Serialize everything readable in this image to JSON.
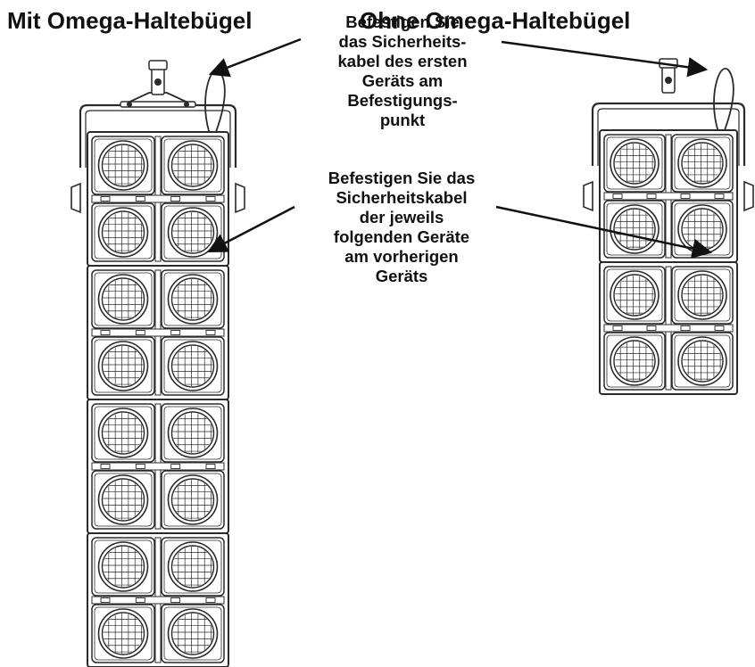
{
  "titles": {
    "with_bracket": "Mit Omega-Haltebügel",
    "without_bracket": "Ohne Omega-Haltebügel"
  },
  "callouts": {
    "first_unit": [
      "Befestigen Sie",
      "das Sicherheits-",
      "kabel des ersten",
      "Geräts am",
      "Befestigungs-",
      "punkt"
    ],
    "following_units": [
      "Befestigen Sie das",
      "Sicherheitskabel",
      "der jeweils",
      "folgenden Geräte",
      "am vorherigen",
      "Geräts"
    ]
  },
  "stacks": {
    "with_bracket": {
      "units": 4
    },
    "without_bracket": {
      "units": 2
    }
  },
  "colors": {
    "line": "#2a2a2a",
    "text": "#111111",
    "background": "#ffffff"
  }
}
